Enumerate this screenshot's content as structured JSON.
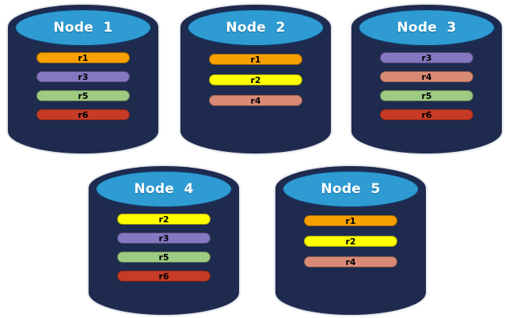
{
  "diagram": {
    "background_color": "#ffffff",
    "cylinder": {
      "body_color": "#1e2a4e",
      "top_color": "#2e9bd3",
      "top_border_color": "#17335c",
      "title_color": "#ffffff"
    },
    "bar_text_color": "#000000",
    "replica_colors": {
      "r1": "#f7a001",
      "r2": "#fefe00",
      "r3": "#8677c1",
      "r4": "#d98a76",
      "r5": "#9ccb81",
      "r6": "#c63b26"
    },
    "nodes": [
      {
        "id": "node-1",
        "title": "Node  1",
        "replicas": [
          {
            "label": "r1",
            "color": "#f7a001"
          },
          {
            "label": "r3",
            "color": "#8677c1"
          },
          {
            "label": "r5",
            "color": "#9ccb81"
          },
          {
            "label": "r6",
            "color": "#c63b26"
          }
        ]
      },
      {
        "id": "node-2",
        "title": "Node  2",
        "replicas": [
          {
            "label": "r1",
            "color": "#f7a001"
          },
          {
            "label": "r2",
            "color": "#fefe00"
          },
          {
            "label": "r4",
            "color": "#d98a76"
          }
        ]
      },
      {
        "id": "node-3",
        "title": "Node  3",
        "replicas": [
          {
            "label": "r3",
            "color": "#8677c1"
          },
          {
            "label": "r4",
            "color": "#d98a76"
          },
          {
            "label": "r5",
            "color": "#9ccb81"
          },
          {
            "label": "r6",
            "color": "#c63b26"
          }
        ]
      },
      {
        "id": "node-4",
        "title": "Node  4",
        "replicas": [
          {
            "label": "r2",
            "color": "#fefe00"
          },
          {
            "label": "r3",
            "color": "#8677c1"
          },
          {
            "label": "r5",
            "color": "#9ccb81"
          },
          {
            "label": "r6",
            "color": "#c63b26"
          }
        ]
      },
      {
        "id": "node-5",
        "title": "Node  5",
        "replicas": [
          {
            "label": "r1",
            "color": "#f7a001"
          },
          {
            "label": "r2",
            "color": "#fefe00"
          },
          {
            "label": "r4",
            "color": "#d98a76"
          }
        ]
      }
    ]
  }
}
